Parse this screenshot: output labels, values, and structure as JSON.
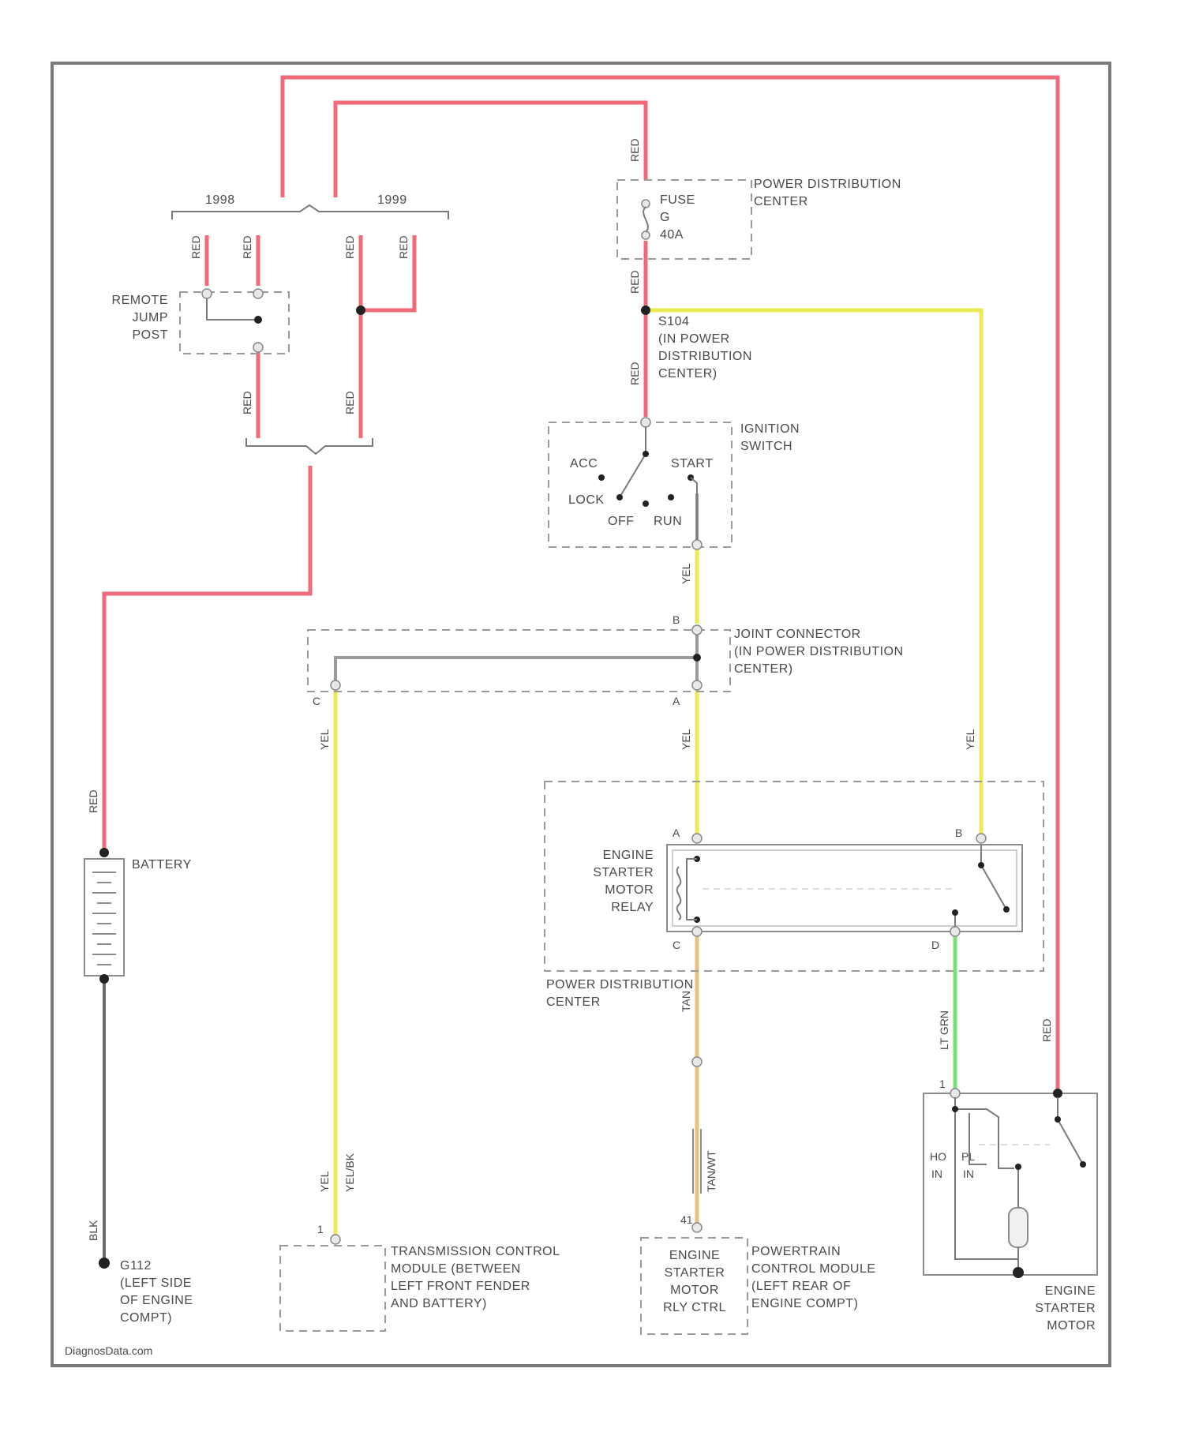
{
  "colors": {
    "red": "#f06a7a",
    "yellow": "#ecea55",
    "gray": "#9a9a9a",
    "tan": "#e6c27e",
    "light_green": "#7ae07a",
    "black": "#6a6a6a"
  },
  "components": {
    "pdc_fuse": {
      "line1": "POWER DISTRIBUTION",
      "line2": "CENTER",
      "fuse_l1": "FUSE",
      "fuse_l2": "G",
      "fuse_l3": "40A"
    },
    "splice_pdc": {
      "line1": "S104",
      "line2": "(IN POWER",
      "line3": "DISTRIBUTION",
      "line4": "CENTER)"
    },
    "remote_jump_post": {
      "line1": "REMOTE",
      "line2": "JUMP",
      "line3": "POST"
    },
    "years": {
      "left": "1998",
      "right": "1999"
    },
    "ignition_switch": {
      "line1": "IGNITION",
      "line2": "SWITCH",
      "acc": "ACC",
      "lock": "LOCK",
      "off": "OFF",
      "run": "RUN",
      "start": "START"
    },
    "joint_connector": {
      "line1": "JOINT CONNECTOR",
      "line2": "(IN POWER DISTRIBUTION",
      "line3": "CENTER)",
      "pin_b": "B",
      "pin_c": "C",
      "pin_a": "A"
    },
    "battery": {
      "label": "BATTERY"
    },
    "ground": {
      "line1": "G112",
      "line2": "(LEFT SIDE",
      "line3": "OF ENGINE",
      "line4": "COMPT)"
    },
    "starter_relay": {
      "line1": "ENGINE",
      "line2": "STARTER",
      "line3": "MOTOR",
      "line4": "RELAY",
      "pin_a": "A",
      "pin_b": "B",
      "pin_c": "C",
      "pin_d": "D"
    },
    "pdc_bottom": {
      "line1": "POWER DISTRIBUTION",
      "line2": "CENTER"
    },
    "tcm": {
      "line1": "TRANSMISSION CONTROL",
      "line2": "MODULE (BETWEEN",
      "line3": "LEFT FRONT FENDER",
      "line4": "AND BATTERY)",
      "pin": "1"
    },
    "pcm": {
      "line1": "POWERTRAIN",
      "line2": "CONTROL MODULE",
      "line3": "(LEFT REAR OF",
      "line4": "ENGINE COMPT)",
      "pin": "41",
      "box_l1": "ENGINE",
      "box_l2": "STARTER",
      "box_l3": "MOTOR",
      "box_l4": "RLY CTRL"
    },
    "starter_motor": {
      "line1": "ENGINE",
      "line2": "STARTER",
      "line3": "MOTOR",
      "hold": "HO",
      "hold2": "IN",
      "pull": "PL",
      "pull2": "IN",
      "pin": "1"
    }
  },
  "wire_labels": {
    "red": "RED",
    "yel": "YEL",
    "yel_bk": "YEL/BK",
    "tan": "TAN",
    "tan_wt": "TAN/WT",
    "lt_grn": "LT GRN",
    "blk": "BLK"
  },
  "footer": {
    "watermark": "DiagnosData.com"
  }
}
